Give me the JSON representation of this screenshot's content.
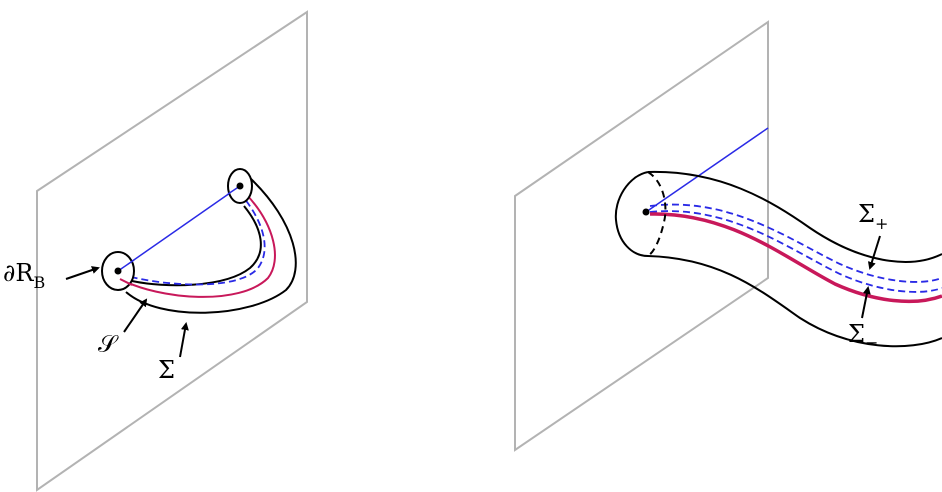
{
  "colors": {
    "plane": "#b3b3b3",
    "tube": "#000000",
    "curve": "#c8185a",
    "blue": "#2a2ae6",
    "point": "#000000"
  },
  "left_figure": {
    "label_boundary": {
      "main": "∂R",
      "sub": "B"
    },
    "label_S": "𝒮",
    "label_Sigma": "Σ"
  },
  "right_figure": {
    "label_sigma_plus": {
      "main": "Σ",
      "sub": "+"
    },
    "label_sigma_minus": {
      "main": "Σ",
      "sub": "−"
    }
  }
}
